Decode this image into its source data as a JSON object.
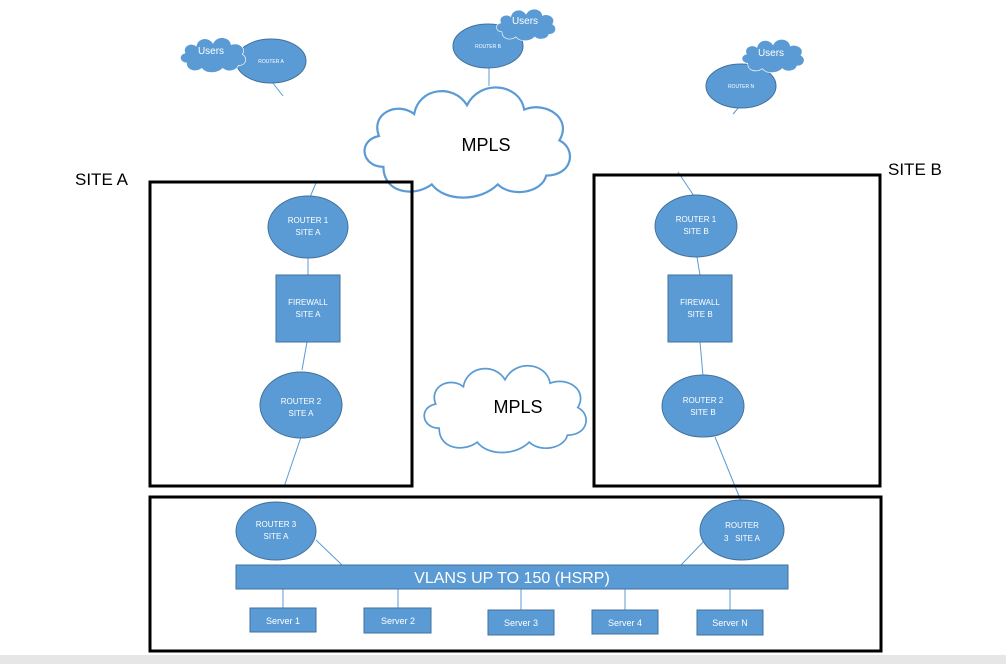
{
  "colors": {
    "node_fill": "#5b9bd5",
    "node_stroke": "#41719c",
    "box": "#000000",
    "background": "#ffffff"
  },
  "sites": {
    "a": "SITE A",
    "b": "SITE B"
  },
  "clouds": {
    "top": "MPLS",
    "middle": "MPLS"
  },
  "users": [
    {
      "label": "Users",
      "router": "ROUTER A"
    },
    {
      "label": "Users",
      "router": "ROUTER B"
    },
    {
      "label": "Users",
      "router": "ROUTER N"
    }
  ],
  "site_a": {
    "router1": [
      "ROUTER 1",
      "SITE A"
    ],
    "firewall": [
      "FIREWALL",
      "SITE A"
    ],
    "router2": [
      "ROUTER 2",
      "SITE A"
    ]
  },
  "site_b": {
    "router1": [
      "ROUTER 1",
      "SITE B"
    ],
    "firewall": [
      "FIREWALL",
      "SITE B"
    ],
    "router2": [
      "ROUTER 2",
      "SITE B"
    ]
  },
  "datacenter": {
    "router3_left": [
      "ROUTER 3",
      "SITE A"
    ],
    "router3_right": [
      "ROUTER",
      "3   SITE A"
    ],
    "vlan": "VLANS UP TO 150 (HSRP)",
    "servers": [
      "Server 1",
      "Server 2",
      "Server 3",
      "Server 4",
      "Server N"
    ]
  }
}
